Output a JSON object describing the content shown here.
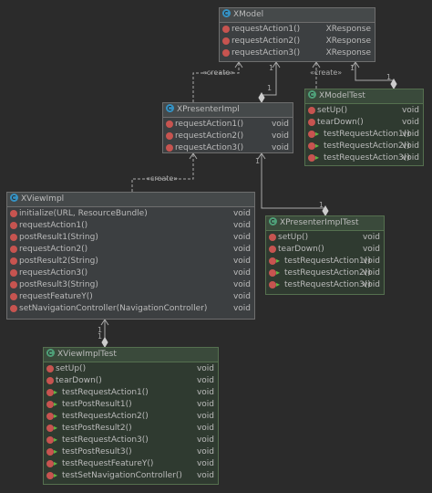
{
  "classes": {
    "xmodel": {
      "name": "XModel",
      "members": [
        {
          "name": "requestAction1()",
          "type": "XResponse"
        },
        {
          "name": "requestAction2()",
          "type": "XResponse"
        },
        {
          "name": "requestAction3()",
          "type": "XResponse"
        }
      ]
    },
    "xmodeltest": {
      "name": "XModelTest",
      "members": [
        {
          "name": "setUp()",
          "type": "void"
        },
        {
          "name": "tearDown()",
          "type": "void"
        },
        {
          "name": "testRequestAction1()",
          "type": "void"
        },
        {
          "name": "testRequestAction2()",
          "type": "void"
        },
        {
          "name": "testRequestAction3()",
          "type": "void"
        }
      ]
    },
    "xpresenterimpl": {
      "name": "XPresenterImpl",
      "members": [
        {
          "name": "requestAction1()",
          "type": "void"
        },
        {
          "name": "requestAction2()",
          "type": "void"
        },
        {
          "name": "requestAction3()",
          "type": "void"
        }
      ]
    },
    "xviewimpl": {
      "name": "XViewImpl",
      "members": [
        {
          "name": "initialize(URL, ResourceBundle)",
          "type": "void"
        },
        {
          "name": "requestAction1()",
          "type": "void"
        },
        {
          "name": "postResult1(String)",
          "type": "void"
        },
        {
          "name": "requestAction2()",
          "type": "void"
        },
        {
          "name": "postResult2(String)",
          "type": "void"
        },
        {
          "name": "requestAction3()",
          "type": "void"
        },
        {
          "name": "postResult3(String)",
          "type": "void"
        },
        {
          "name": "requestFeatureY()",
          "type": "void"
        },
        {
          "name": "setNavigationController(NavigationController)",
          "type": "void"
        }
      ]
    },
    "xpresenterimpltest": {
      "name": "XPresenterImplTest",
      "members": [
        {
          "name": "setUp()",
          "type": "void"
        },
        {
          "name": "tearDown()",
          "type": "void"
        },
        {
          "name": "testRequestAction1()",
          "type": "void"
        },
        {
          "name": "testRequestAction2()",
          "type": "void"
        },
        {
          "name": "testRequestAction3()",
          "type": "void"
        }
      ]
    },
    "xviewimpltest": {
      "name": "XViewImplTest",
      "members": [
        {
          "name": "setUp()",
          "type": "void"
        },
        {
          "name": "tearDown()",
          "type": "void"
        },
        {
          "name": "testRequestAction1()",
          "type": "void"
        },
        {
          "name": "testPostResult1()",
          "type": "void"
        },
        {
          "name": "testRequestAction2()",
          "type": "void"
        },
        {
          "name": "testPostResult2()",
          "type": "void"
        },
        {
          "name": "testRequestAction3()",
          "type": "void"
        },
        {
          "name": "testPostResult3()",
          "type": "void"
        },
        {
          "name": "testRequestFeatureY()",
          "type": "void"
        },
        {
          "name": "testSetNavigationController()",
          "type": "void"
        }
      ]
    }
  },
  "edge_labels": {
    "create": "«create»",
    "one": "1"
  },
  "icons": {
    "class": "class-icon",
    "method": "method-icon",
    "test": "test-method-icon"
  },
  "colors": {
    "background": "#2b2b2b",
    "class_fill": "#3c3f41",
    "test_fill": "#2f3a30",
    "method_icon": "#c75450",
    "class_icon": "#3592c4",
    "test_icon": "#62b543"
  }
}
